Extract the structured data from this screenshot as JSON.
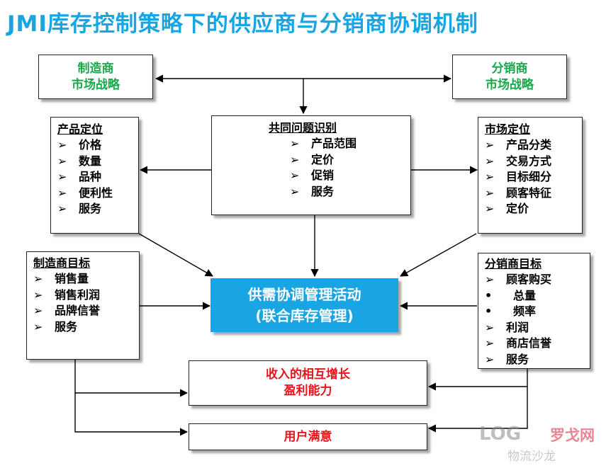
{
  "title": "JMI库存控制策略下的供应商与分销商协调机制",
  "manufacturer_strategy": {
    "line1": "制造商",
    "line2": "市场战略"
  },
  "distributor_strategy": {
    "line1": "分销商",
    "line2": "市场战略"
  },
  "product_positioning": {
    "heading": "产品定位",
    "items": [
      "价格",
      "数量",
      "品种",
      "便利性",
      "服务"
    ]
  },
  "common_issues": {
    "heading": "共同问题识别",
    "items": [
      "产品范围",
      "定价",
      "促销",
      "服务"
    ]
  },
  "market_positioning": {
    "heading": "市场定位",
    "items": [
      "产品分类",
      "交易方式",
      "目标细分",
      "顾客特征",
      "定价"
    ]
  },
  "manufacturer_goals": {
    "heading": "制造商目标",
    "items": [
      "销售量",
      "销售利润",
      "品牌信誉",
      "服务"
    ]
  },
  "distributor_goals": {
    "heading": "分销商目标",
    "items": [
      {
        "bullet": "arrow",
        "text": "顾客购买"
      },
      {
        "bullet": "dot",
        "text": "总量"
      },
      {
        "bullet": "dot",
        "text": "频率"
      },
      {
        "bullet": "arrow",
        "text": "利润"
      },
      {
        "bullet": "arrow",
        "text": "商店信誉"
      },
      {
        "bullet": "arrow",
        "text": "服务"
      }
    ]
  },
  "center": {
    "line1": "供需协调管理活动",
    "line2": "(联合库存管理)"
  },
  "mutual_growth": {
    "line1": "收入的相互增长",
    "line2": "盈利能力"
  },
  "user_satisfaction": {
    "text": "用户满意"
  },
  "watermark": {
    "logo": "LOG",
    "brand": "罗戈网",
    "sub": "物流沙龙"
  },
  "colors": {
    "title": "#17a6e3",
    "green": "#17a84a",
    "red": "#e8131b",
    "center_fill": "#19a4e4"
  },
  "bullet_symbols": {
    "arrow": "➢",
    "dot": "•"
  }
}
